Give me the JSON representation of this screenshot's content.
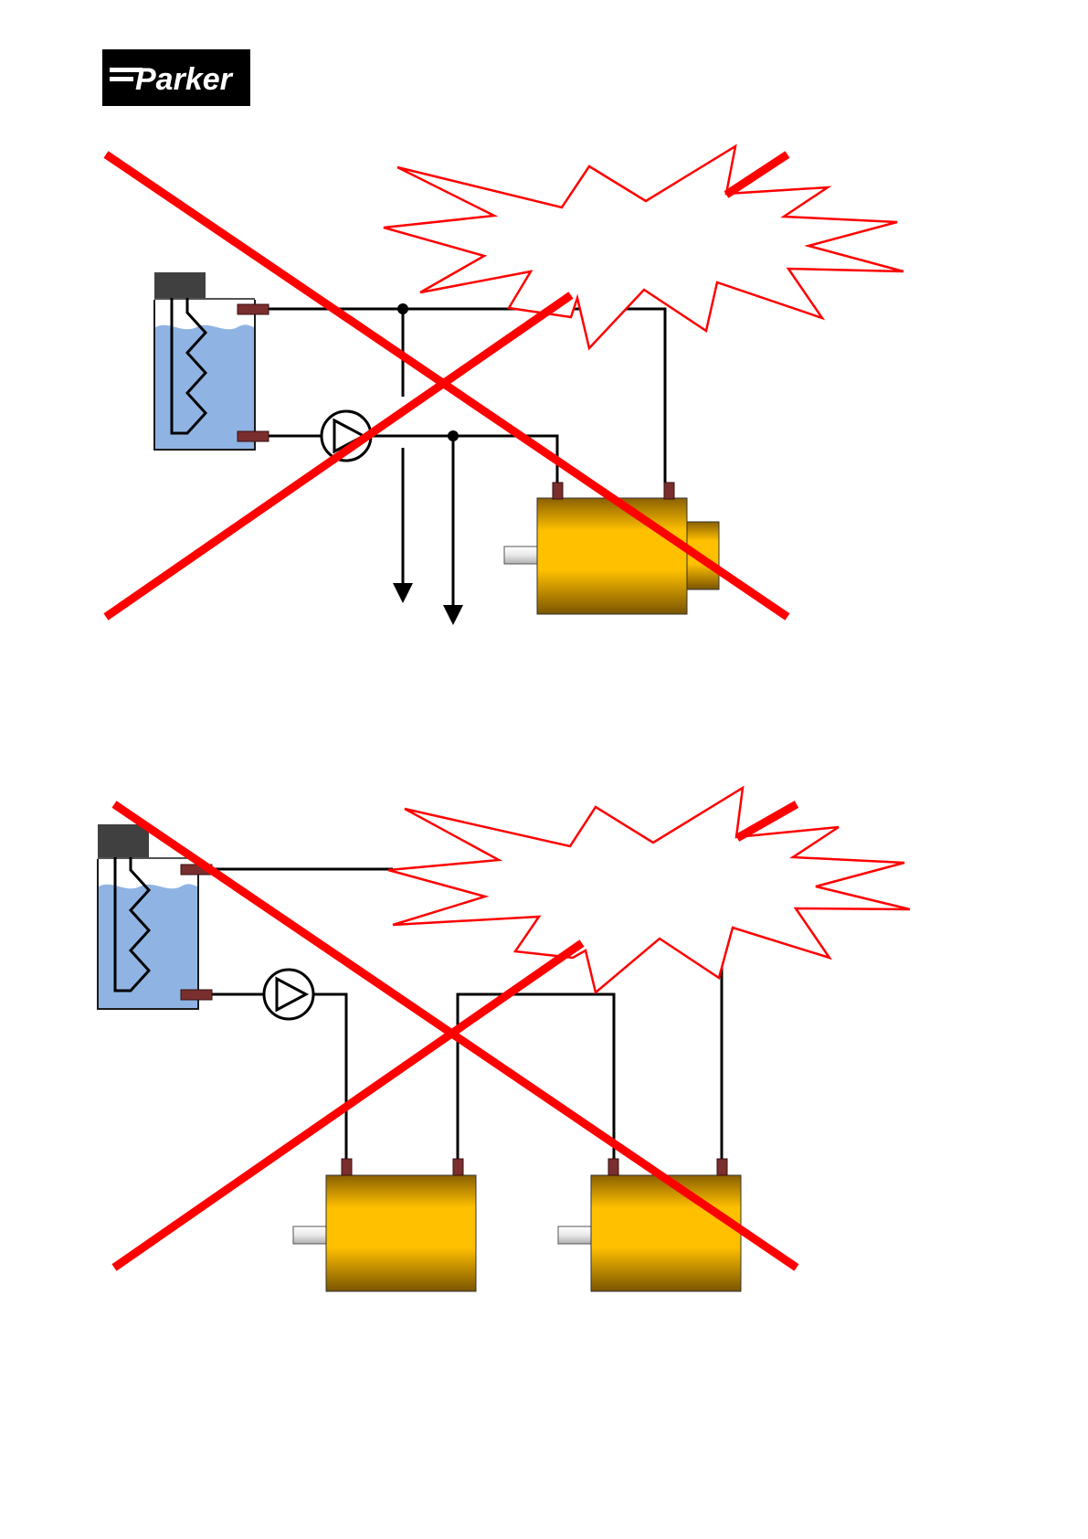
{
  "logo": {
    "brand": "Parker"
  },
  "colors": {
    "fluid": "#8fb4e3",
    "fluid_border": "#1a1a1a",
    "tank_cap": "#404040",
    "port": "#7a2e2e",
    "motor_light": "#ffc000",
    "motor_dark": "#8a6000",
    "cross": "#ff0000",
    "burst_outline": "#ff0000",
    "pipe": "#000000"
  },
  "diagrams": [
    {
      "id": "top",
      "status": "incorrect",
      "motor_count": 1,
      "drain_arrows": 2
    },
    {
      "id": "bottom",
      "status": "incorrect",
      "motor_count": 2,
      "drain_arrows": 0
    }
  ]
}
